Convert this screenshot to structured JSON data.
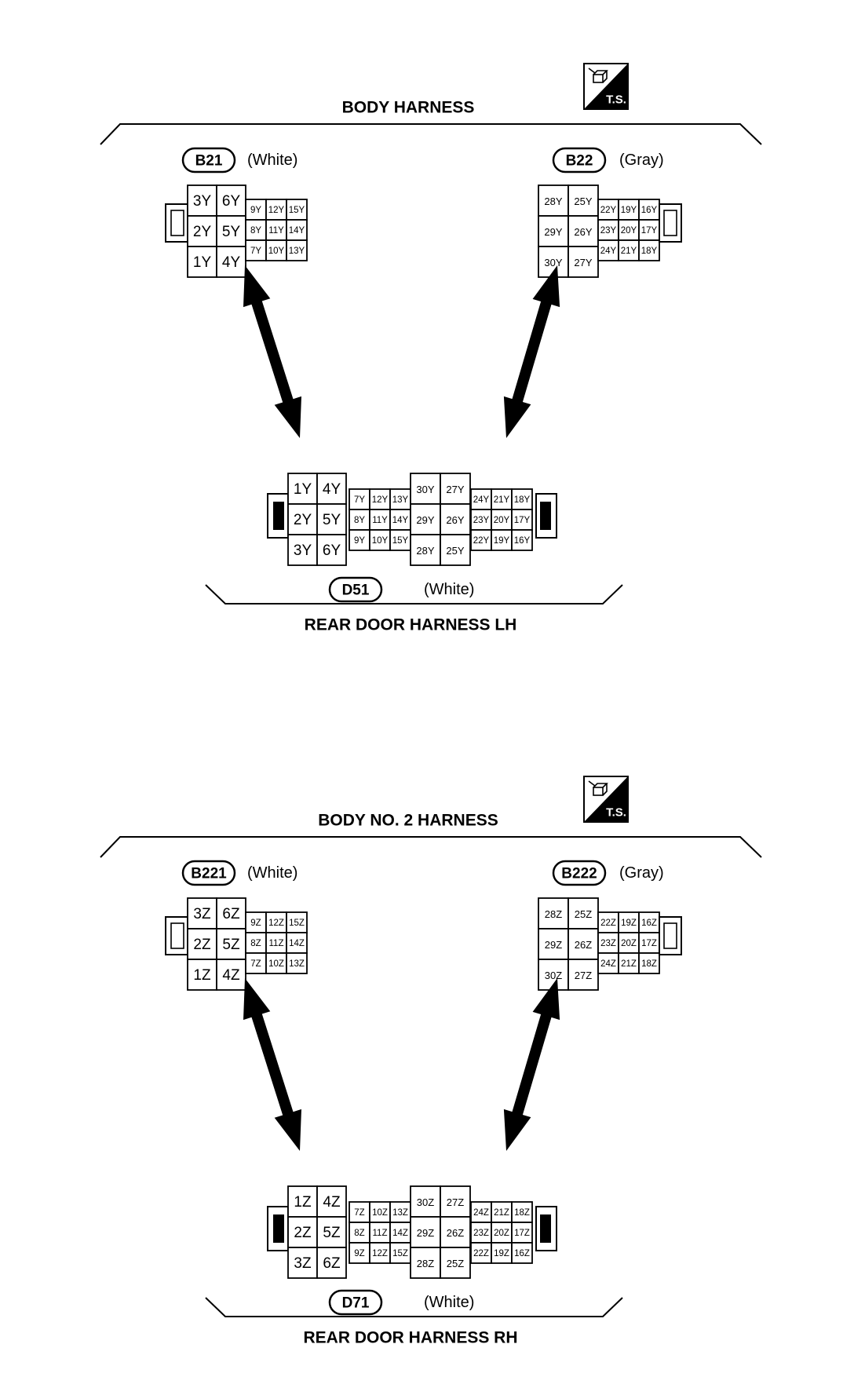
{
  "sections": [
    {
      "id": "top",
      "harness_title": "BODY HARNESS",
      "ts_label": "T.S.",
      "connectors": [
        {
          "id": "B21",
          "tag": "B21",
          "color_note": "(White)",
          "big_grid": [
            [
              "3Y",
              "6Y"
            ],
            [
              "2Y",
              "5Y"
            ],
            [
              "1Y",
              "4Y"
            ]
          ],
          "small_grid": [
            [
              "9Y",
              "12Y",
              "15Y"
            ],
            [
              "8Y",
              "11Y",
              "14Y"
            ],
            [
              "7Y",
              "10Y",
              "13Y"
            ]
          ]
        },
        {
          "id": "B22",
          "tag": "B22",
          "color_note": "(Gray)",
          "big_grid": [
            [
              "28Y",
              "25Y"
            ],
            [
              "29Y",
              "26Y"
            ],
            [
              "30Y",
              "27Y"
            ]
          ],
          "small_grid": [
            [
              "22Y",
              "19Y",
              "16Y"
            ],
            [
              "23Y",
              "20Y",
              "17Y"
            ],
            [
              "24Y",
              "21Y",
              "18Y"
            ]
          ]
        }
      ],
      "bottom_connector": {
        "tag": "D51",
        "color_note": "(White)",
        "big_left": [
          [
            "1Y",
            "4Y"
          ],
          [
            "2Y",
            "5Y"
          ],
          [
            "3Y",
            "6Y"
          ]
        ],
        "small_left": [
          [
            "7Y",
            "12Y",
            "13Y"
          ],
          [
            "8Y",
            "11Y",
            "14Y"
          ],
          [
            "9Y",
            "10Y",
            "15Y"
          ]
        ],
        "big_right": [
          [
            "30Y",
            "27Y"
          ],
          [
            "29Y",
            "26Y"
          ],
          [
            "28Y",
            "25Y"
          ]
        ],
        "small_right": [
          [
            "24Y",
            "21Y",
            "18Y"
          ],
          [
            "23Y",
            "20Y",
            "17Y"
          ],
          [
            "22Y",
            "19Y",
            "16Y"
          ]
        ]
      },
      "bottom_title": "REAR DOOR HARNESS LH"
    },
    {
      "id": "bottom",
      "harness_title": "BODY NO. 2 HARNESS",
      "ts_label": "T.S.",
      "connectors": [
        {
          "id": "B221",
          "tag": "B221",
          "color_note": "(White)",
          "big_grid": [
            [
              "3Z",
              "6Z"
            ],
            [
              "2Z",
              "5Z"
            ],
            [
              "1Z",
              "4Z"
            ]
          ],
          "small_grid": [
            [
              "9Z",
              "12Z",
              "15Z"
            ],
            [
              "8Z",
              "11Z",
              "14Z"
            ],
            [
              "7Z",
              "10Z",
              "13Z"
            ]
          ]
        },
        {
          "id": "B222",
          "tag": "B222",
          "color_note": "(Gray)",
          "big_grid": [
            [
              "28Z",
              "25Z"
            ],
            [
              "29Z",
              "26Z"
            ],
            [
              "30Z",
              "27Z"
            ]
          ],
          "small_grid": [
            [
              "22Z",
              "19Z",
              "16Z"
            ],
            [
              "23Z",
              "20Z",
              "17Z"
            ],
            [
              "24Z",
              "21Z",
              "18Z"
            ]
          ]
        }
      ],
      "bottom_connector": {
        "tag": "D71",
        "color_note": "(White)",
        "big_left": [
          [
            "1Z",
            "4Z"
          ],
          [
            "2Z",
            "5Z"
          ],
          [
            "3Z",
            "6Z"
          ]
        ],
        "small_left": [
          [
            "7Z",
            "10Z",
            "13Z"
          ],
          [
            "8Z",
            "11Z",
            "14Z"
          ],
          [
            "9Z",
            "12Z",
            "15Z"
          ]
        ],
        "big_right": [
          [
            "30Z",
            "27Z"
          ],
          [
            "29Z",
            "26Z"
          ],
          [
            "28Z",
            "25Z"
          ]
        ],
        "small_right": [
          [
            "24Z",
            "21Z",
            "18Z"
          ],
          [
            "23Z",
            "20Z",
            "17Z"
          ],
          [
            "22Z",
            "19Z",
            "16Z"
          ]
        ]
      },
      "bottom_title": "REAR DOOR HARNESS RH"
    }
  ]
}
